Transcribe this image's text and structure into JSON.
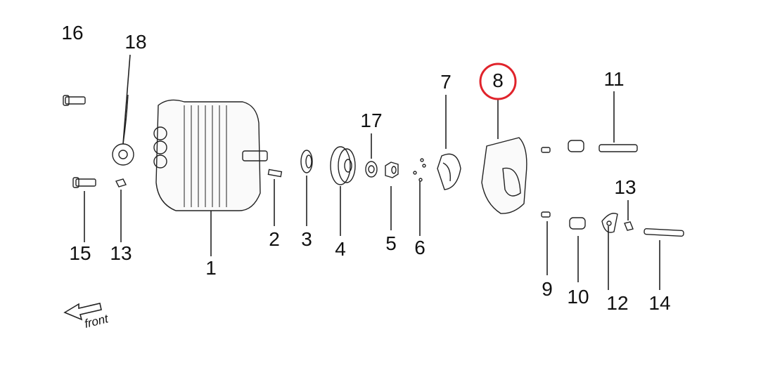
{
  "diagram": {
    "highlight_color": "#e0232b",
    "highlighted_part": "8",
    "direction_label": "front",
    "labels": {
      "p1": "1",
      "p2": "2",
      "p3": "3",
      "p4": "4",
      "p5": "5",
      "p6": "6",
      "p7": "7",
      "p8": "8",
      "p9": "9",
      "p10": "10",
      "p11": "11",
      "p12": "12",
      "p13a": "13",
      "p13b": "13",
      "p14": "14",
      "p15": "15",
      "p16": "16",
      "p17": "17",
      "p18": "18"
    }
  }
}
